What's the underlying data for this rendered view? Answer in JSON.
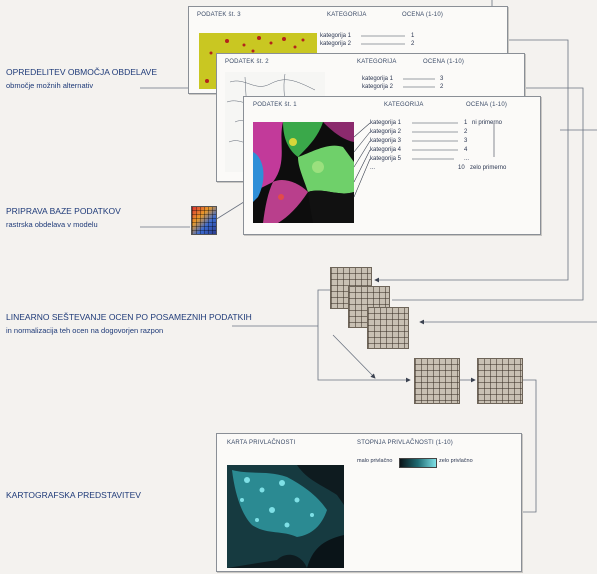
{
  "cards": {
    "card3": {
      "header_podatek": "PODATEK št. 3",
      "header_kategorija": "KATEGORIJA",
      "header_ocena": "OCENA (1-10)",
      "rows": [
        {
          "kategorija": "kategorija 1",
          "ocena": "1"
        },
        {
          "kategorija": "kategorija 2",
          "ocena": "2"
        }
      ]
    },
    "card2": {
      "header_podatek": "PODATEK št. 2",
      "header_kategorija": "KATEGORIJA",
      "header_ocena": "OCENA (1-10)",
      "rows": [
        {
          "kategorija": "kategorija 1",
          "ocena": "3"
        },
        {
          "kategorija": "kategorija 2",
          "ocena": "2"
        }
      ]
    },
    "card1": {
      "header_podatek": "PODATEK št. 1",
      "header_kategorija": "KATEGORIJA",
      "header_ocena": "OCENA (1-10)",
      "rows": [
        {
          "kategorija": "kategorija 1",
          "ocena": "1",
          "note": "ni primerno"
        },
        {
          "kategorija": "kategorija 2",
          "ocena": "2",
          "note": ""
        },
        {
          "kategorija": "kategorija 3",
          "ocena": "3",
          "note": ""
        },
        {
          "kategorija": "kategorija 4",
          "ocena": "4",
          "note": ""
        },
        {
          "kategorija": "kategorija 5",
          "ocena": "...",
          "note": ""
        },
        {
          "kategorija": "...",
          "ocena": "10",
          "note": "zelo primerno"
        }
      ]
    }
  },
  "labels": {
    "step1_title": "OPREDELITEV OBMOČJA OBDELAVE",
    "step1_sub": "območje možnih alternativ",
    "step2_title": "PRIPRAVA BAZE PODATKOV",
    "step2_sub": "rastrska obdelava v modelu",
    "step3_title": "LINEARNO SEŠTEVANJE OCEN PO POSAMEZNIH PODATKIH",
    "step3_sub": "in normalizacija teh ocen na dogovorjen razpon",
    "step4_title": "KARTOGRAFSKA PREDSTAVITEV"
  },
  "result": {
    "map_title": "KARTA PRIVLAČNOSTI",
    "legend_title": "STOPNJA PRIVLAČNOSTI (1-10)",
    "legend_low": "malo privlačno",
    "legend_high": "zelo privlačno",
    "colors": {
      "low": "#0a1418",
      "mid": "#1f6b73",
      "high": "#7fe0e6"
    }
  }
}
